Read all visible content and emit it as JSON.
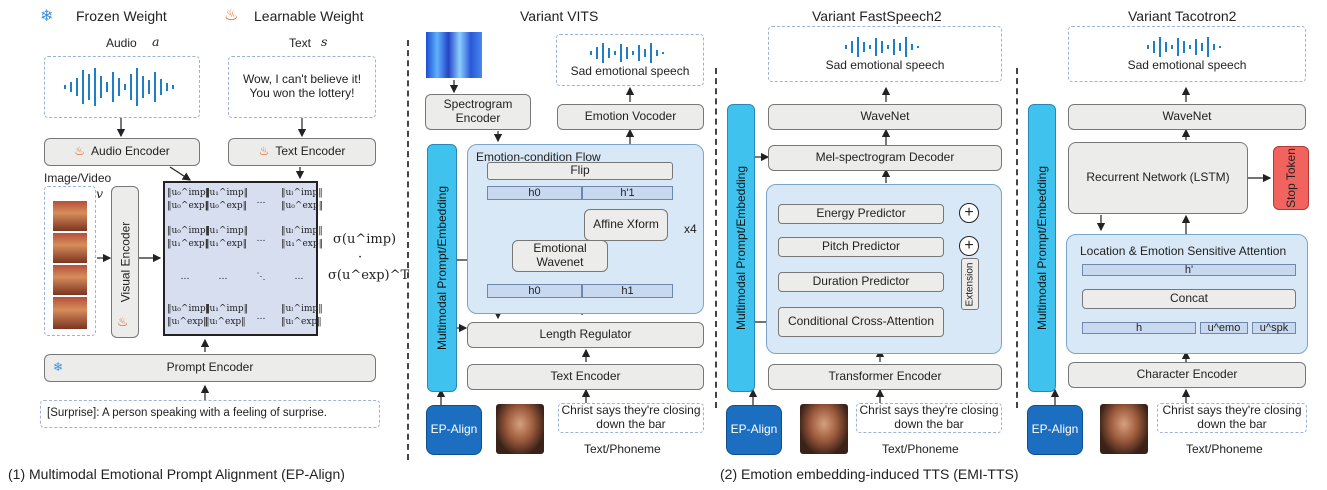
{
  "legend": {
    "frozen": "Frozen Weight",
    "learnable": "Learnable Weight"
  },
  "left": {
    "audio_label": "Audio",
    "audio_var": "a",
    "text_label": "Text",
    "text_var": "s",
    "text_sample": "Wow, I can't believe it! You won the lottery!",
    "audio_encoder": "Audio Encoder",
    "text_encoder": "Text Encoder",
    "image_label": "Image/Video",
    "image_var": "v",
    "visual_encoder": "Visual Encoder",
    "prompt_encoder": "Prompt Encoder",
    "prompt_text": "[Surprise]: A person speaking with a feeling of surprise.",
    "sigma_top": "σ(u^imp)",
    "sigma_dot": "·",
    "sigma_bottom": "σ(u^exp)^T",
    "caption": "(1) Multimodal Emotional Prompt Alignment (EP-Align)"
  },
  "shared": {
    "multimodal": "Multimodal Prompt/Embedding",
    "ep_align": "EP-Align",
    "input_text": "Christ says  they're closing down the bar",
    "text_phoneme": "Text/Phoneme",
    "sad_speech": "Sad emotional speech"
  },
  "vits": {
    "title": "Variant VITS",
    "spectrogram_encoder": "Spectrogram Encoder",
    "emotion_vocoder": "Emotion Vocoder",
    "flow_title": "Emotion-condition Flow",
    "flip": "Flip",
    "h0": "h0",
    "h1p": "h'1",
    "affine": "Affine Xform",
    "wavenet": "Emotional Wavenet",
    "h0b": "h0",
    "h1": "h1",
    "x4": "x4",
    "length_regulator": "Length Regulator",
    "text_encoder": "Text Encoder"
  },
  "fs2": {
    "title": "Variant FastSpeech2",
    "wavenet": "WaveNet",
    "mel_decoder": "Mel-spectrogram Decoder",
    "energy": "Energy Predictor",
    "pitch": "Pitch Predictor",
    "duration": "Duration Predictor",
    "extension": "Extension",
    "cross_attention": "Conditional Cross-Attention",
    "transformer": "Transformer Encoder",
    "caption": "(2) Emotion embedding-induced TTS (EMI-TTS)"
  },
  "tac": {
    "title": "Variant Tacotron2",
    "wavenet": "WaveNet",
    "rnn": "Recurrent Network (LSTM)",
    "stop": "Stop Token",
    "attention_title": "Location & Emotion Sensitive Attention",
    "hprime": "h'",
    "concat": "Concat",
    "h": "h",
    "uemo": "u^emo",
    "uspk": "u^spk",
    "char_encoder": "Character Encoder"
  },
  "matrix": {
    "rows": [
      [
        "‖u₀^imp‖ ‖u₀^exp‖",
        "‖u₁^imp‖ ‖u₀^exp‖",
        "…",
        "‖uₗ^imp‖ ‖u₀^exp‖"
      ],
      [
        "‖u₀^imp‖ ‖u₁^exp‖",
        "‖u₁^imp‖ ‖u₁^exp‖",
        "…",
        "‖uₗ^imp‖ ‖u₁^exp‖"
      ],
      [
        "…",
        "…",
        "⋱",
        "…"
      ],
      [
        "‖u₀^imp‖ ‖uₗ^exp‖",
        "‖u₁^imp‖ ‖uₗ^exp‖",
        "…",
        "‖uₗ^imp‖ ‖uₗ^exp‖"
      ]
    ]
  },
  "colors": {
    "cyan": "#3fc3ee",
    "ep_blue": "#1c6fc0",
    "panel": "#d8e8f6",
    "stop": "#f2625f",
    "wave": "#1e7fc8"
  },
  "icons": [
    "snowflake-icon",
    "flame-icon",
    "waveform-icon",
    "spectrogram-icon",
    "face-photo"
  ]
}
